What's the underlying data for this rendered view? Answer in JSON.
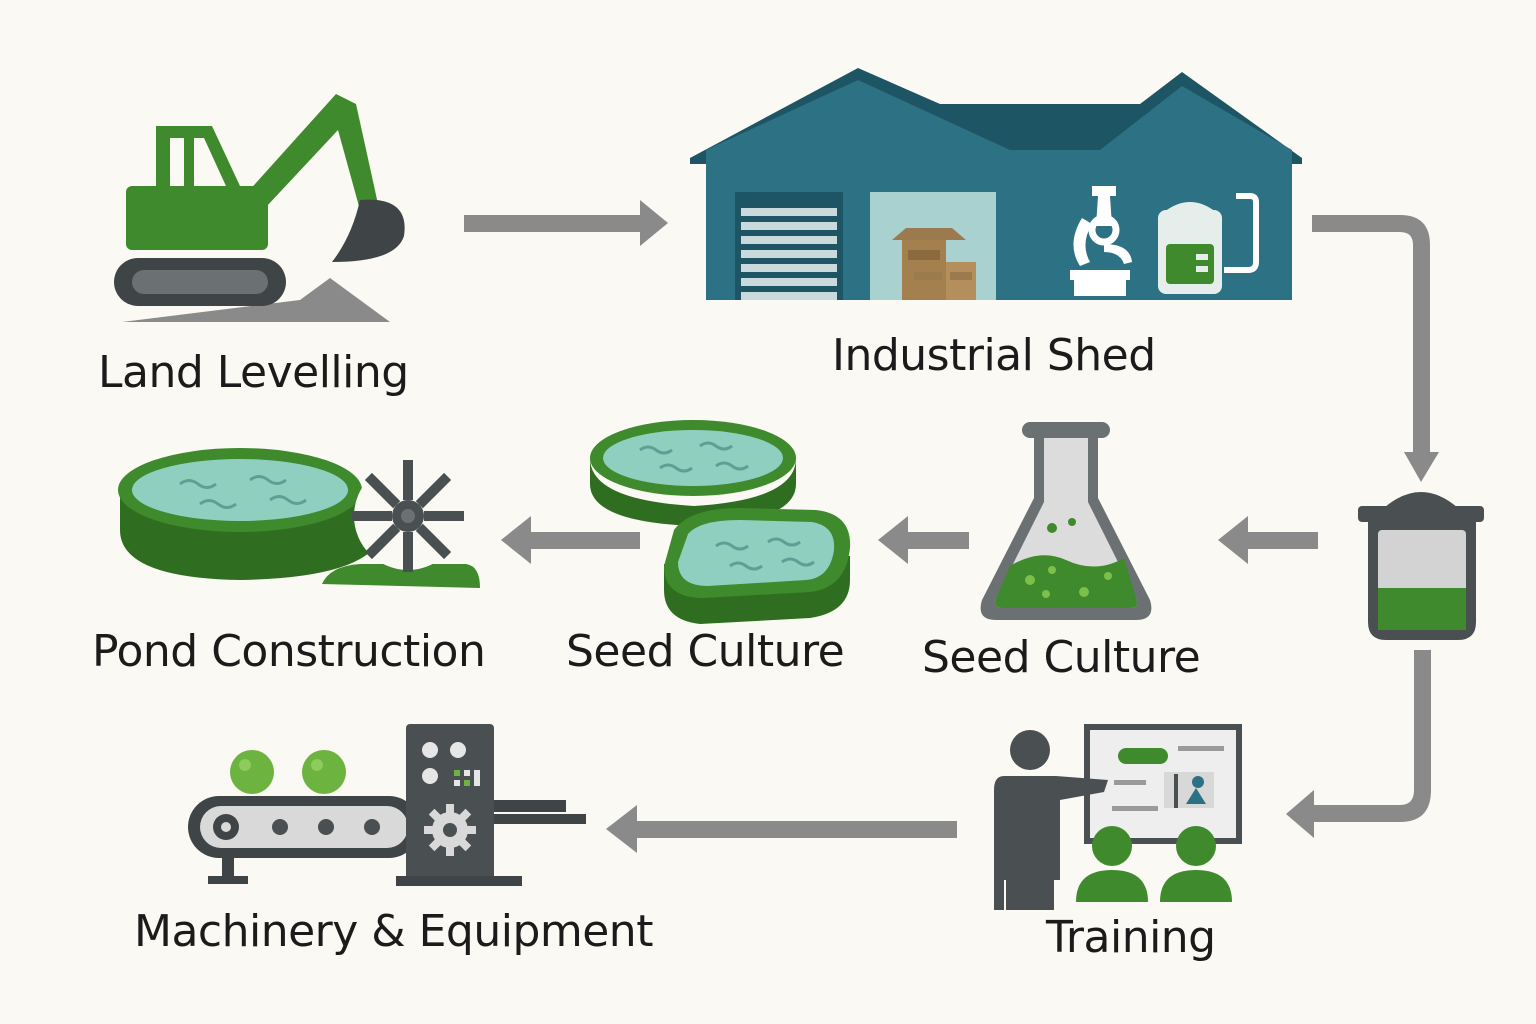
{
  "colors": {
    "background": "#fbf9f3",
    "green": "#3f8a2c",
    "green_dark": "#2f6e20",
    "water": "#8fcfbf",
    "teal": "#2c7184",
    "teal_dark": "#1d5565",
    "gray": "#8a8a8a",
    "charcoal": "#4a4f52",
    "text": "#1b1b1b"
  },
  "steps": {
    "land_levelling": {
      "label": "Land Levelling",
      "icon": "excavator-icon"
    },
    "industrial_shed": {
      "label": "Industrial Shed",
      "icon": "warehouse-icon"
    },
    "bioreactor": {
      "icon": "bioreactor-icon"
    },
    "seed_culture_flask": {
      "label": "Seed Culture",
      "icon": "flask-icon"
    },
    "seed_culture_ponds": {
      "label": "Seed Culture",
      "icon": "ponds-icon"
    },
    "pond_construction": {
      "label": "Pond Construction",
      "icon": "raceway-pond-icon"
    },
    "training": {
      "label": "Training",
      "icon": "presentation-icon"
    },
    "machinery_equipment": {
      "label": "Machinery & Equipment",
      "icon": "conveyor-machine-icon"
    }
  }
}
